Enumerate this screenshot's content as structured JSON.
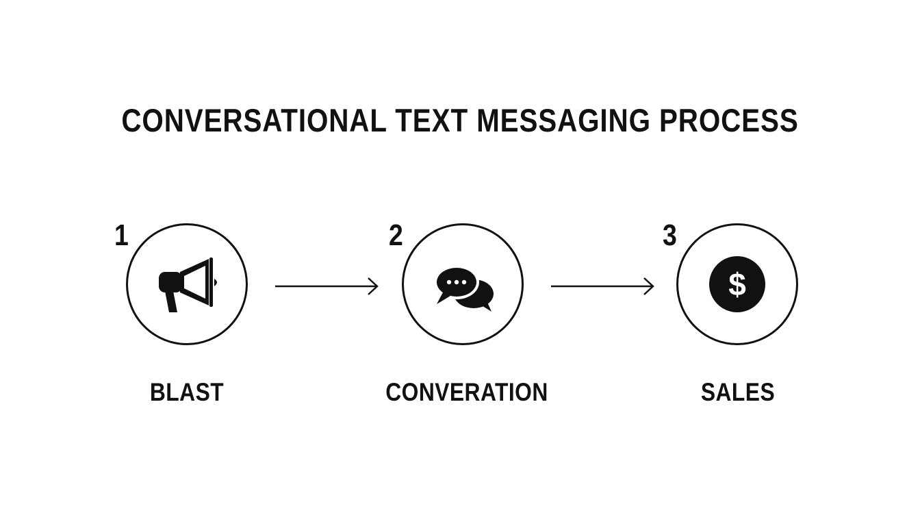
{
  "title": "CONVERSATIONAL TEXT MESSAGING PROCESS",
  "steps": [
    {
      "number": "1",
      "label": "BLAST",
      "icon": "megaphone-icon"
    },
    {
      "number": "2",
      "label": "CONVERATION",
      "icon": "chat-bubbles-icon"
    },
    {
      "number": "3",
      "label": "SALES",
      "icon": "dollar-coin-icon"
    }
  ],
  "colors": {
    "stroke": "#111111",
    "background": "#ffffff"
  },
  "sales_symbol": "$"
}
